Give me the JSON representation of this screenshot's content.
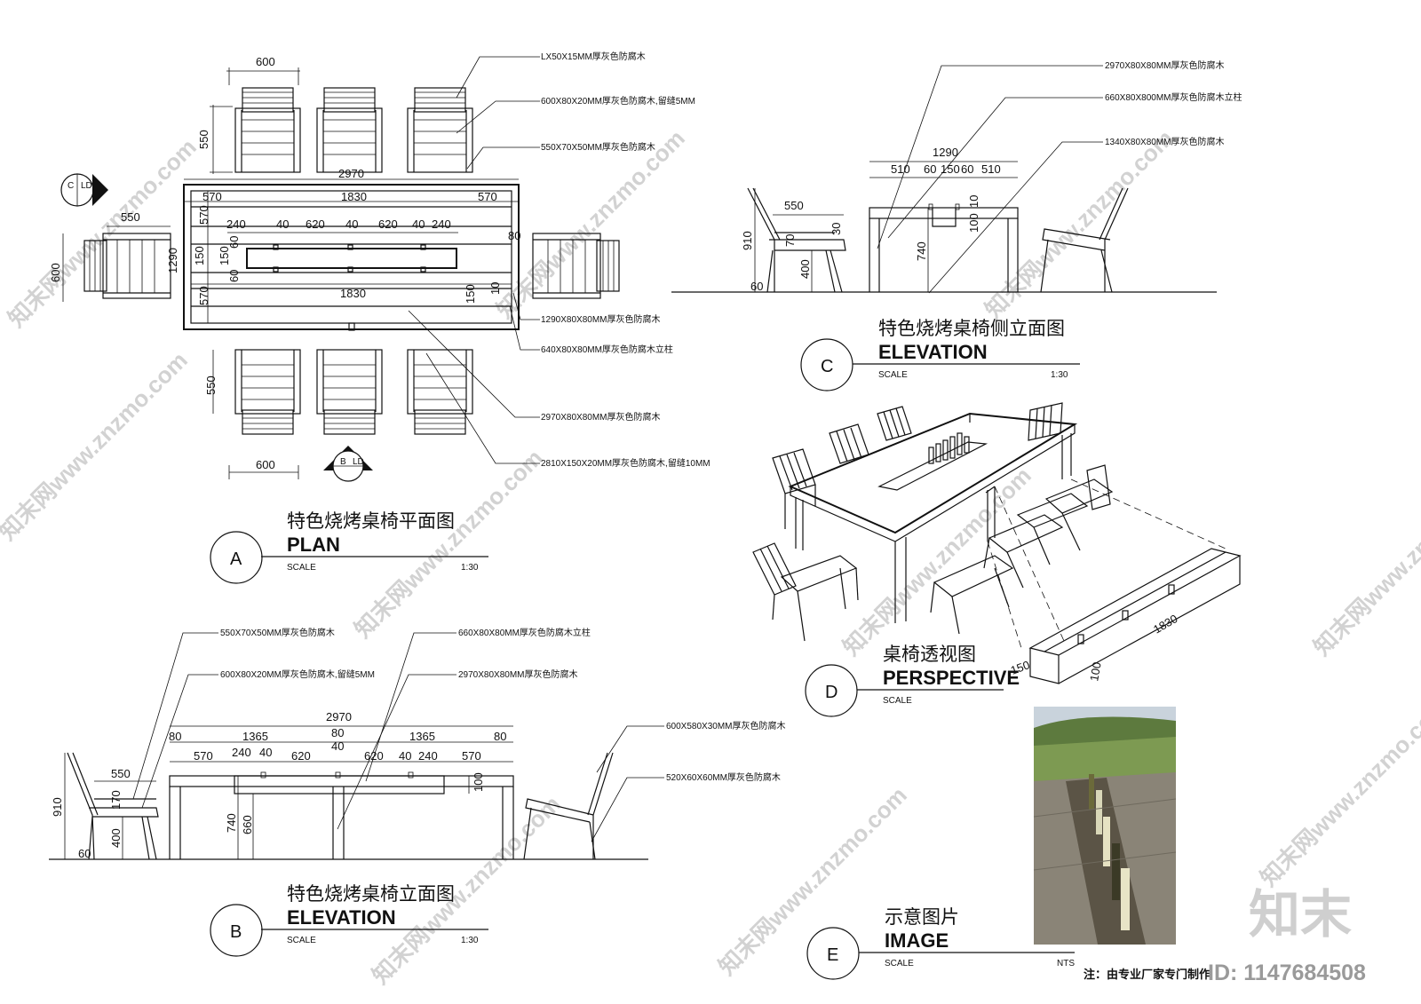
{
  "drawings": {
    "plan": {
      "tag": "A",
      "title_cn": "特色烧烤桌椅平面图",
      "title_en": "PLAN",
      "scale_label": "SCALE",
      "scale": "1:30",
      "section_c": {
        "letter": "C",
        "code": "LD"
      },
      "section_b": {
        "letter": "B",
        "code": "LD"
      },
      "dims": {
        "chair_width_top": "600",
        "chair_width_bottom": "600",
        "chair_depth_top": "550",
        "chair_depth_bottom": "550",
        "total_length": "2970",
        "side_chair_depth": "550",
        "side_chair_width": "600",
        "table_width": "1290",
        "top_570_left": "570",
        "top_1830": "1830",
        "top_570_right": "570",
        "mid_1830": "1830",
        "row_240a": "240",
        "row_40a": "40",
        "row_620a": "620",
        "row_40b": "40",
        "row_620b": "620",
        "row_40c": "40",
        "row_240b": "240",
        "v570a": "570",
        "v570b": "570",
        "v150": "150",
        "v150b": "150",
        "v60a": "60",
        "v60b": "60",
        "v80": "80",
        "v150c": "150",
        "v10": "10"
      },
      "notes": [
        "LX50X15MM厚灰色防腐木",
        "600X80X20MM厚灰色防腐木,留缝5MM",
        "550X70X50MM厚灰色防腐木",
        "1290X80X80MM厚灰色防腐木",
        "640X80X80MM厚灰色防腐木立柱",
        "2970X80X80MM厚灰色防腐木",
        "2810X150X20MM厚灰色防腐木,留缝10MM"
      ]
    },
    "side_elevation": {
      "tag": "C",
      "title_cn": "特色烧烤桌椅侧立面图",
      "title_en": "ELEVATION",
      "scale_label": "SCALE",
      "scale": "1:30",
      "dims": {
        "width": "1290",
        "d510a": "510",
        "d60a": "60",
        "d150": "150",
        "d60b": "60",
        "d510b": "510",
        "chair_550": "550",
        "h910": "910",
        "h740": "740",
        "h400": "400",
        "h70": "70",
        "h30": "30",
        "h100": "100",
        "h10": "10",
        "foot60": "60"
      },
      "notes": [
        "2970X80X80MM厚灰色防腐木",
        "660X80X800MM厚灰色防腐木立柱",
        "1340X80X80MM厚灰色防腐木"
      ]
    },
    "perspective": {
      "tag": "D",
      "title_cn": "桌椅透视图",
      "title_en": "PERSPECTIVE",
      "scale_label": "SCALE",
      "dims": {
        "length": "1830",
        "width": "150",
        "height": "100"
      }
    },
    "front_elevation": {
      "tag": "B",
      "title_cn": "特色烧烤桌椅立面图",
      "title_en": "ELEVATION",
      "scale_label": "SCALE",
      "scale": "1:30",
      "dims": {
        "total": "2970",
        "e80a": "80",
        "e1365a": "1365",
        "e80b": "80",
        "e1365b": "1365",
        "e80c": "80",
        "e40mid": "40",
        "e570a": "570",
        "e240a": "240",
        "e40a": "40",
        "e620a": "620",
        "e620b": "620",
        "e40b": "40",
        "e240b": "240",
        "e570b": "570",
        "chair550": "550",
        "h910": "910",
        "h170": "170",
        "h400": "400",
        "h740": "740",
        "h660": "660",
        "h100": "100",
        "foot60": "60"
      },
      "notes": [
        "550X70X50MM厚灰色防腐木",
        "600X80X20MM厚灰色防腐木,留缝5MM",
        "660X80X80MM厚灰色防腐木立柱",
        "2970X80X80MM厚灰色防腐木",
        "600X580X30MM厚灰色防腐木",
        "520X60X60MM厚灰色防腐木"
      ]
    },
    "image": {
      "tag": "E",
      "title_cn": "示意图片",
      "title_en": "IMAGE",
      "scale_label": "SCALE",
      "scale": "NTS",
      "footnote": "注：由专业厂家专门制作"
    }
  },
  "watermark": {
    "brand": "知末",
    "id": "ID: 1147684508",
    "site": "知末网www.znzmo.com"
  },
  "colors": {
    "line": "#111111",
    "watermark": "#d2d2d2",
    "sky": "#c9d3dc",
    "hills": "#5d7a3e",
    "table": "#8a8477"
  }
}
